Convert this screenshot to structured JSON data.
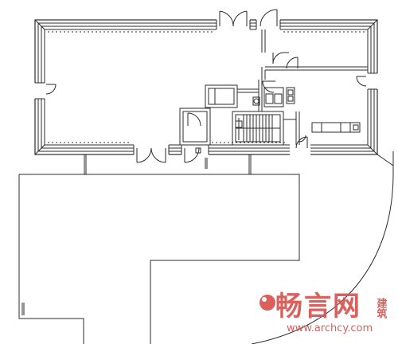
{
  "drawing": {
    "line_color": "#2b2b2b",
    "background": "#ffffff"
  },
  "watermark": {
    "logo_text": "畅言网",
    "side_text": "建筑",
    "url": "www.archcy.com",
    "color": "#d9534f",
    "icon": "archcy-logo-icon"
  }
}
